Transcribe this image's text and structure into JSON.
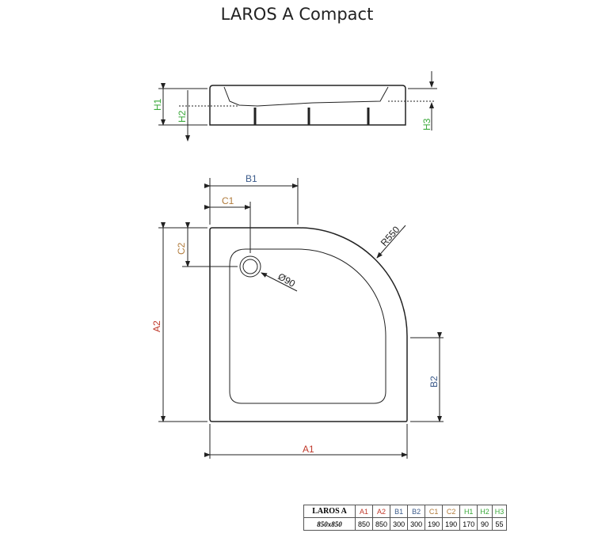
{
  "title": "LAROS A Compact",
  "colors": {
    "A": "#c0392b",
    "B": "#3b5a8a",
    "C": "#b07a3a",
    "H": "#3aa83a",
    "line": "#222222"
  },
  "side_view": {
    "labels": {
      "h1": "H1",
      "h2": "H2",
      "h3": "H3"
    }
  },
  "top_view": {
    "labels": {
      "a1": "A1",
      "a2": "A2",
      "b1": "B1",
      "b2": "B2",
      "c1": "C1",
      "c2": "C2",
      "radius": "R550",
      "drain": "Ø90"
    }
  },
  "spec_table": {
    "model": "LAROS A",
    "size": "850x850",
    "headers": [
      "A1",
      "A2",
      "B1",
      "B2",
      "C1",
      "C2",
      "H1",
      "H2",
      "H3"
    ],
    "values": [
      "850",
      "850",
      "300",
      "300",
      "190",
      "190",
      "170",
      "90",
      "55"
    ]
  }
}
